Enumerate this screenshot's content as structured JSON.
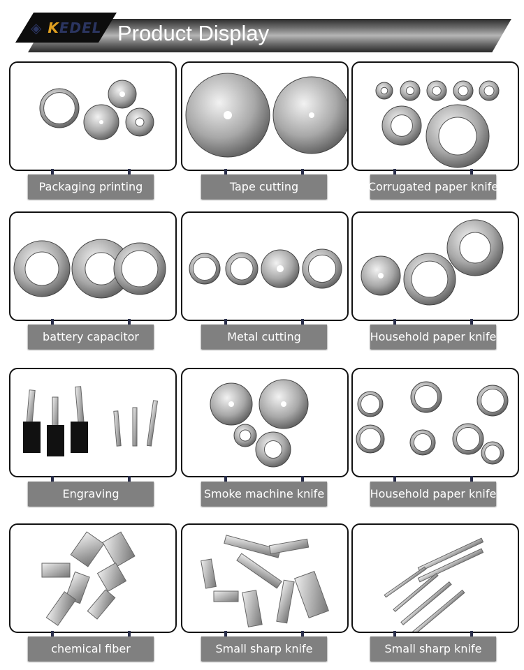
{
  "header": {
    "logo_text": "KEDEL",
    "title": "Product Display"
  },
  "products": [
    {
      "label": "Packaging printing"
    },
    {
      "label": "Tape cutting"
    },
    {
      "label": "Corrugated paper knife"
    },
    {
      "label": "battery capacitor"
    },
    {
      "label": "Metal cutting"
    },
    {
      "label": "Household paper knife"
    },
    {
      "label": "Engraving"
    },
    {
      "label": "Smoke machine knife"
    },
    {
      "label": "Household paper knife"
    },
    {
      "label": "chemical fiber"
    },
    {
      "label": "Small sharp knife"
    },
    {
      "label": "Small sharp knife"
    }
  ]
}
